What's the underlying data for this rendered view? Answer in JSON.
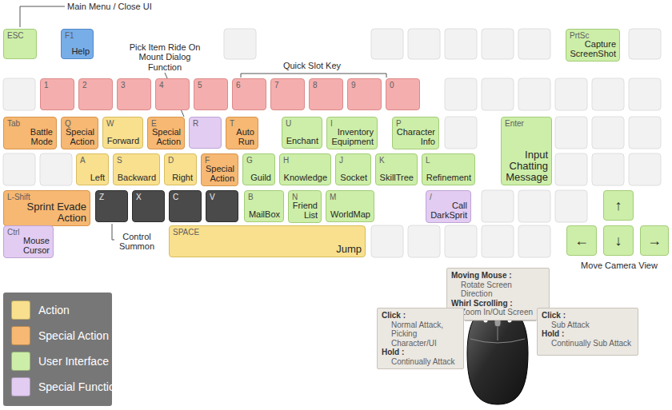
{
  "diagram": {
    "nodes": [
      {
        "text": [
          "ESC"
        ]
      },
      {
        "text": [
          "F1",
          "Help"
        ]
      },
      {
        "text": [
          "PrtSc",
          "Capture ScreenShot"
        ]
      },
      {
        "text": [
          "1"
        ]
      },
      {
        "text": [
          "2"
        ]
      },
      {
        "text": [
          "3"
        ]
      },
      {
        "text": [
          "4"
        ]
      },
      {
        "text": [
          "5"
        ]
      },
      {
        "text": [
          "6"
        ]
      },
      {
        "text": [
          "7"
        ]
      },
      {
        "text": [
          "8"
        ]
      },
      {
        "text": [
          "9"
        ]
      },
      {
        "text": [
          "0"
        ]
      },
      {
        "text": [
          "Tab",
          "Battle Mode"
        ]
      },
      {
        "text": [
          "Q",
          "Special Action"
        ]
      },
      {
        "text": [
          "W",
          "Forward"
        ]
      },
      {
        "text": [
          "E",
          "Special Action"
        ]
      },
      {
        "text": [
          "R"
        ]
      },
      {
        "text": [
          "T",
          "Auto Run"
        ]
      },
      {
        "text": [
          "U",
          "Enchant"
        ]
      },
      {
        "text": [
          "I",
          "Inventory Equipment"
        ]
      },
      {
        "text": [
          "P",
          "Character Info"
        ]
      },
      {
        "text": [
          "Enter",
          "Input Chatting Message"
        ]
      },
      {
        "text": [
          "A",
          "Left"
        ]
      },
      {
        "text": [
          "S",
          "Backward"
        ]
      },
      {
        "text": [
          "D",
          "Right"
        ]
      },
      {
        "text": [
          "F",
          "Special Action"
        ]
      },
      {
        "text": [
          "G",
          "Guild"
        ]
      },
      {
        "text": [
          "H",
          "Knowledge"
        ]
      },
      {
        "text": [
          "J",
          "Socket"
        ]
      },
      {
        "text": [
          "K",
          "SkillTree"
        ]
      },
      {
        "text": [
          "L",
          "Refinement"
        ]
      },
      {
        "text": [
          "L-Shift",
          "Sprint Evade Action"
        ]
      },
      {
        "text": [
          "Z"
        ]
      },
      {
        "text": [
          "X"
        ]
      },
      {
        "text": [
          "C"
        ]
      },
      {
        "text": [
          "V"
        ]
      },
      {
        "text": [
          "B",
          "MailBox"
        ]
      },
      {
        "text": [
          "N",
          "Friend List"
        ]
      },
      {
        "text": [
          "M",
          "WorldMap"
        ]
      },
      {
        "text": [
          "/",
          "Call DarkSprit"
        ]
      },
      {
        "text": [
          "Ctrl",
          "Mouse Cursor"
        ]
      },
      {
        "text": [
          "SPACE",
          "Jump"
        ]
      },
      {
        "text": [
          "↑"
        ]
      },
      {
        "text": [
          "←"
        ]
      },
      {
        "text": [
          "↓"
        ]
      },
      {
        "text": [
          "→"
        ]
      },
      {
        "text": [
          "Moving Mouse :",
          "Rotate Screen Direction",
          "Whirl Scrolling :",
          "Zoom In/Out Screen"
        ]
      },
      {
        "text": [
          "Click :",
          "Normal Attack, Picking Character/UI",
          "Hold :",
          "Continually Attack"
        ]
      },
      {
        "text": [
          "Click :",
          "Sub Attack",
          "Hold :",
          "Continually Sub Attack"
        ]
      }
    ],
    "labels": [
      "Main Menu / Close UI",
      "Pick Item Ride On Mount Dialog Function",
      "Quick Slot Key",
      "Control Summon",
      "Move Camera View"
    ],
    "legend": [
      {
        "text": "Action",
        "color": "#f8e08e"
      },
      {
        "text": "Special Action",
        "color": "#f6b872"
      },
      {
        "text": "User Interface",
        "color": "#cdeea8"
      },
      {
        "text": "Special Function",
        "color": "#e2ccf2"
      }
    ]
  }
}
